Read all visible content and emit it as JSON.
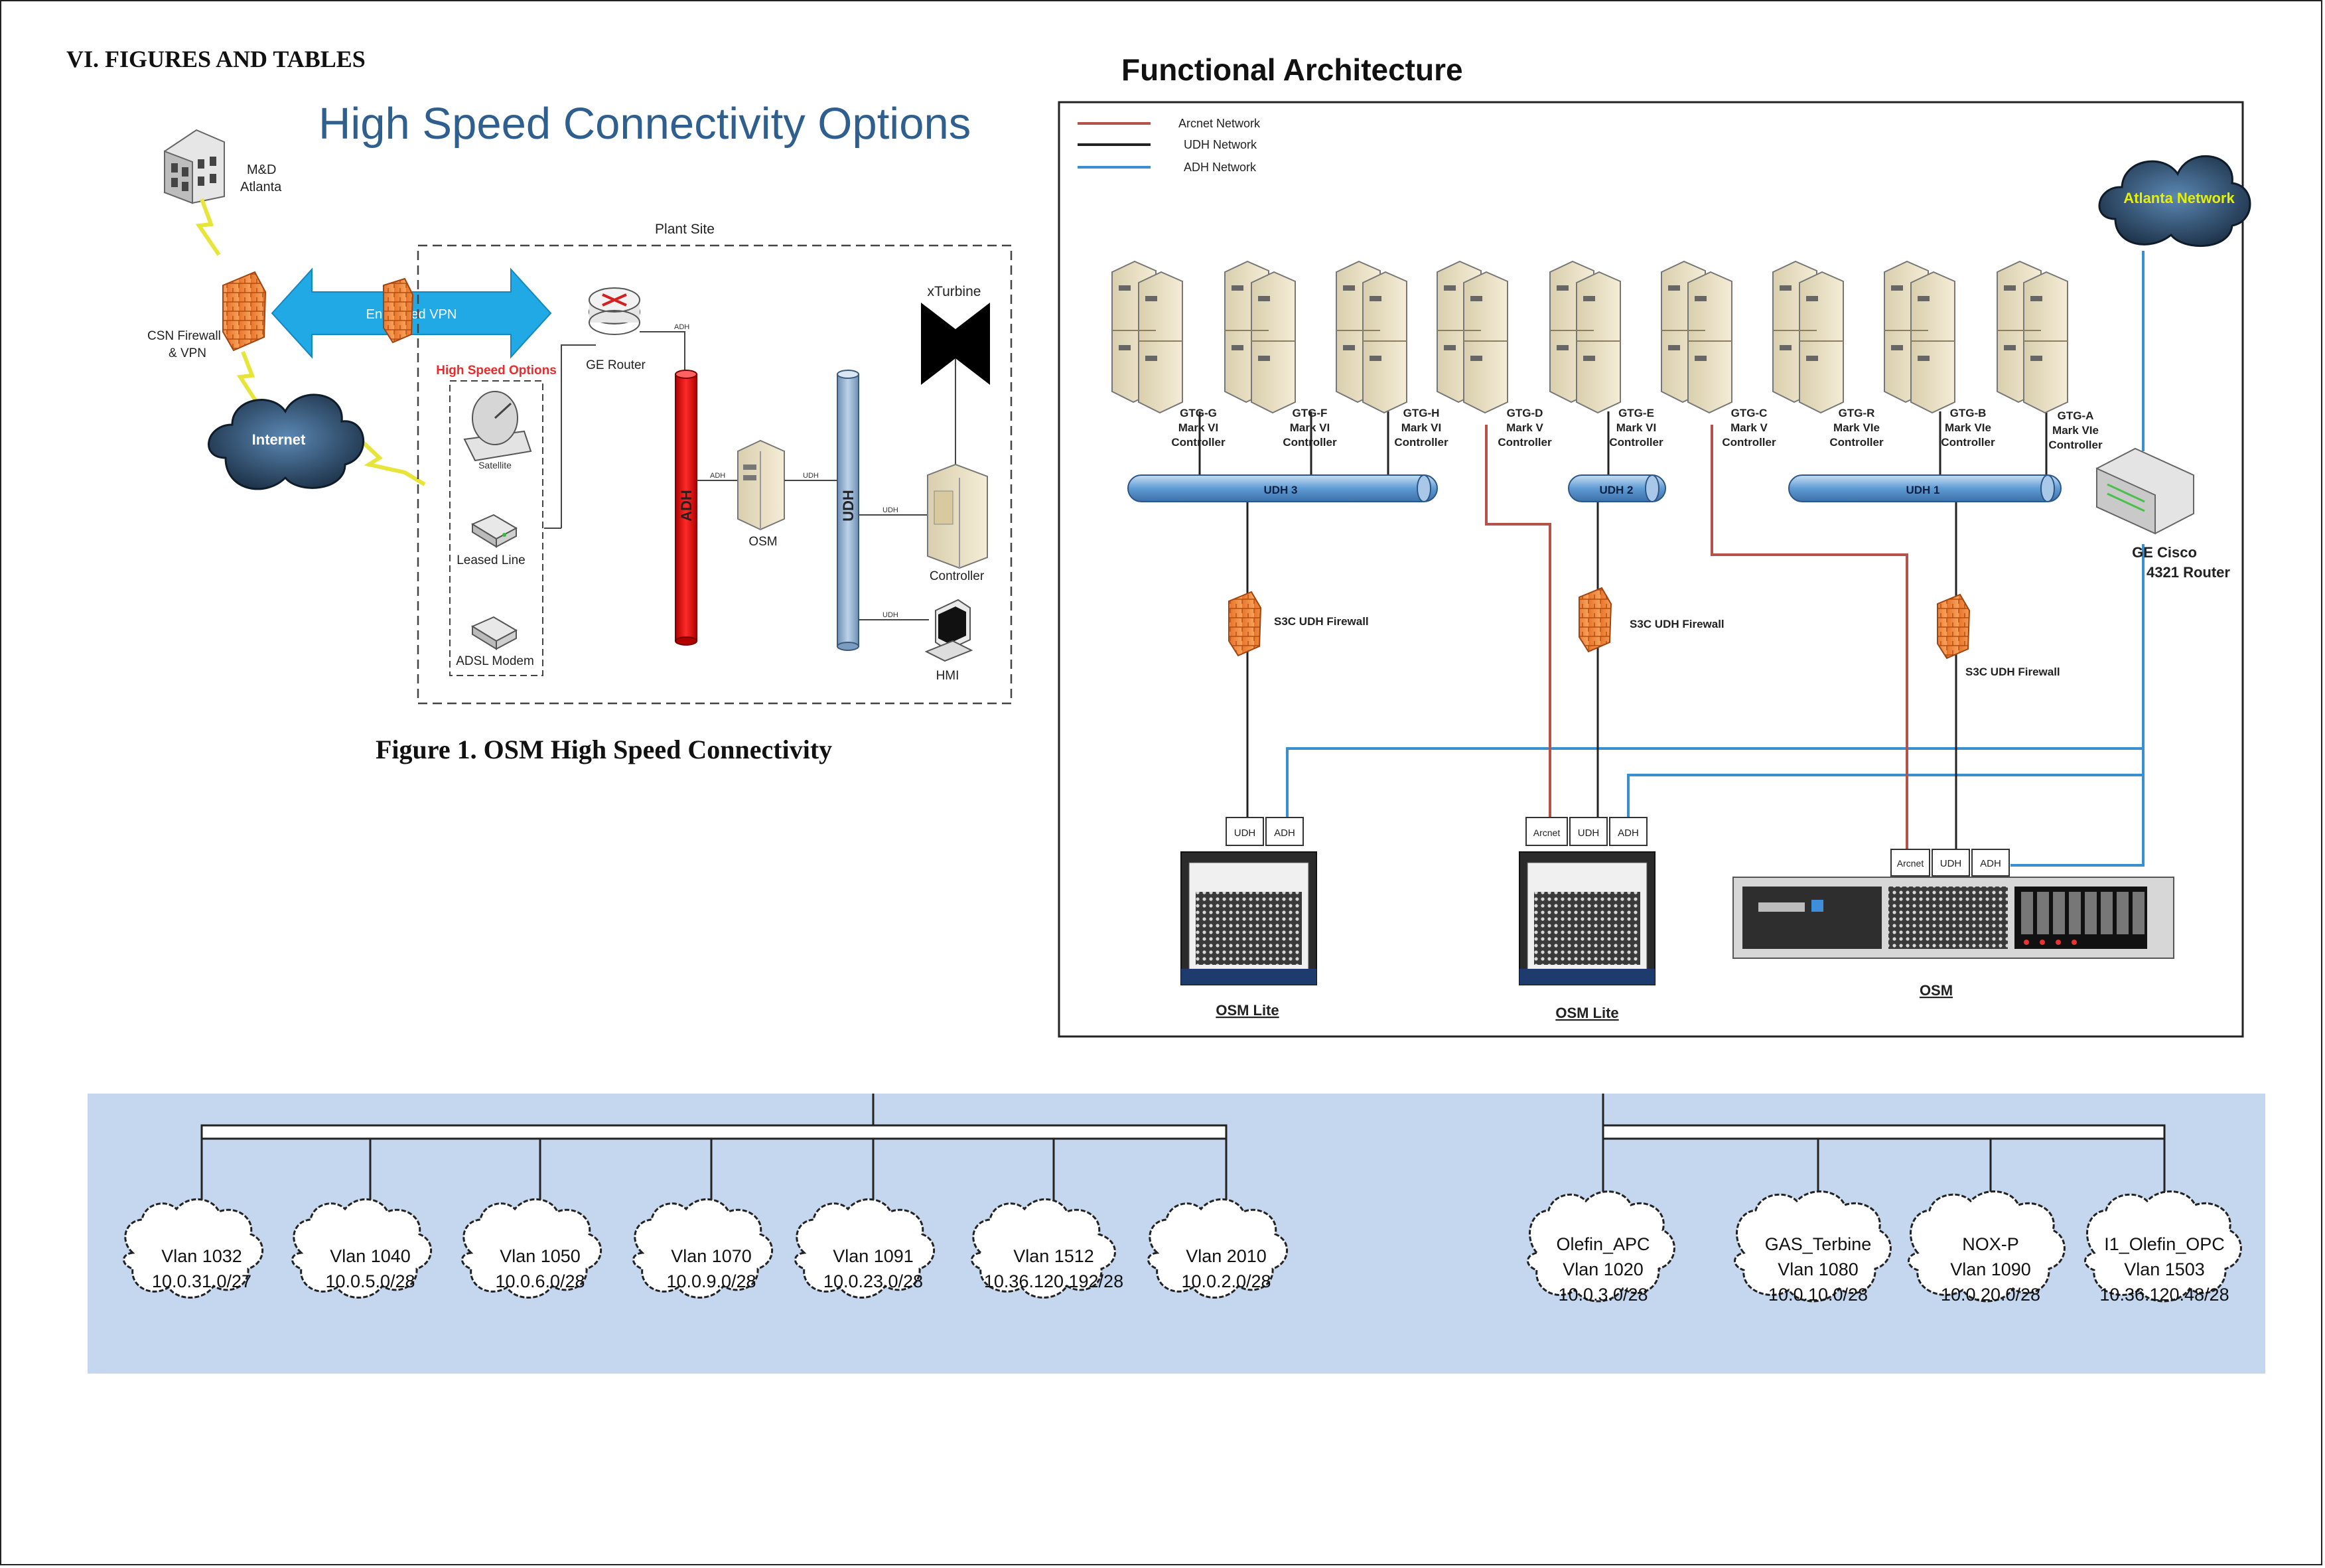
{
  "section_heading": "VI.   FIGURES AND TABLES",
  "fig1": {
    "title": "High Speed Connectivity Options",
    "caption": "Figure 1. OSM High Speed Connectivity",
    "md_label_1": "M&D",
    "md_label_2": "Atlanta",
    "firewall_label_1": "CSN Firewall",
    "firewall_label_2": "& VPN",
    "internet": "Internet",
    "vpn": "Encrypted VPN",
    "plant_site": "Plant Site",
    "high_speed_options": "High Speed Options",
    "satellite": "Satellite",
    "leased_line": "Leased Line",
    "adsl": "ADSL Modem",
    "router": "GE Router",
    "adh": "ADH",
    "udh": "UDH",
    "osm": "OSM",
    "xturbine": "xTurbine",
    "controller": "Controller",
    "hmi": "HMI",
    "link_adh": "ADH",
    "link_udh": "UDH"
  },
  "fig2": {
    "title": "Functional Architecture",
    "legend": [
      {
        "label": "Arcnet Network",
        "color": "#b5534a"
      },
      {
        "label": "UDH Network",
        "color": "#222222"
      },
      {
        "label": "ADH Network",
        "color": "#3a8fd0"
      }
    ],
    "atlanta_network": "Atlanta Network",
    "controllers": [
      {
        "id": "GTG-G",
        "type": "Mark VI",
        "role": "Controller"
      },
      {
        "id": "GTG-F",
        "type": "Mark VI",
        "role": "Controller"
      },
      {
        "id": "GTG-H",
        "type": "Mark VI",
        "role": "Controller"
      },
      {
        "id": "GTG-D",
        "type": "Mark V",
        "role": "Controller"
      },
      {
        "id": "GTG-E",
        "type": "Mark VI",
        "role": "Controller"
      },
      {
        "id": "GTG-C",
        "type": "Mark V",
        "role": "Controller"
      },
      {
        "id": "GTG-R",
        "type": "Mark VIe",
        "role": "Controller"
      },
      {
        "id": "GTG-B",
        "type": "Mark VIe",
        "role": "Controller"
      },
      {
        "id": "GTG-A",
        "type": "Mark VIe",
        "role": "Controller"
      }
    ],
    "udh_bus_1": "UDH 3",
    "udh_bus_2": "UDH 2",
    "udh_bus_3": "UDH 1",
    "firewall": "S3C UDH Firewall",
    "router_1": "GE Cisco",
    "router_2": "4321 Router",
    "port_udh": "UDH",
    "port_adh": "ADH",
    "port_arcnet": "Arcnet",
    "osm_lite": "OSM Lite",
    "osm": "OSM"
  },
  "vlans_left": [
    {
      "name": "Vlan 1032",
      "subnet": "10.0.31.0/27"
    },
    {
      "name": "Vlan 1040",
      "subnet": "10.0.5.0/28"
    },
    {
      "name": "Vlan 1050",
      "subnet": "10.0.6.0/28"
    },
    {
      "name": "Vlan 1070",
      "subnet": "10.0.9.0/28"
    },
    {
      "name": "Vlan 1091",
      "subnet": "10.0.23.0/28"
    },
    {
      "name": "Vlan 1512",
      "subnet": "10.36.120.192/28"
    },
    {
      "name": "Vlan 2010",
      "subnet": "10.0.2.0/28"
    }
  ],
  "vlans_right": [
    {
      "group": "Olefin_APC",
      "name": "Vlan 1020",
      "subnet": "10.0.3.0/28"
    },
    {
      "group": "GAS_Terbine",
      "name": "Vlan 1080",
      "subnet": "10.0.10.0/28"
    },
    {
      "group": "NOX-P",
      "name": "Vlan 1090",
      "subnet": "10.0.20.0/28"
    },
    {
      "group": "I1_Olefin_OPC",
      "name": "Vlan 1503",
      "subnet": "10.36.120.48/28"
    }
  ]
}
